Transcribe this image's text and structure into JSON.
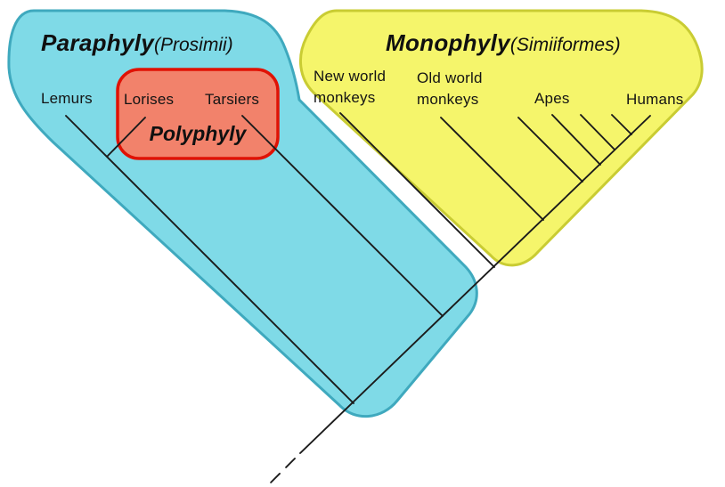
{
  "diagram": {
    "background": "#FFFFFF",
    "paraphyly": {
      "title": "Paraphyly",
      "subtitle": "(Prosimii)",
      "fill": "#7FDAE7",
      "border": "#3FA9BE"
    },
    "monophyly": {
      "title": "Monophyly",
      "subtitle": "(Simiiformes)",
      "fill": "#F5F56B",
      "border": "#C9CC33"
    },
    "polyphyly": {
      "title": "Polyphyly",
      "fill": "#F2826B",
      "border": "#E01205"
    },
    "taxa": {
      "lemurs": "Lemurs",
      "lorises": "Lorises",
      "tarsiers": "Tarsiers",
      "new_world_monkeys": "New world\nmonkeys",
      "old_world_monkeys": "Old world\nmonkeys",
      "apes": "Apes",
      "humans": "Humans"
    },
    "tree": {
      "line_color": "#1B1B1B",
      "tips_left_to_right": [
        "Lemurs",
        "Lorises",
        "Tarsiers",
        "New world monkeys",
        "Old world monkeys",
        "Apes",
        "Humans"
      ],
      "unlabeled_ape_branches": 4,
      "root_style": "dashed"
    }
  }
}
